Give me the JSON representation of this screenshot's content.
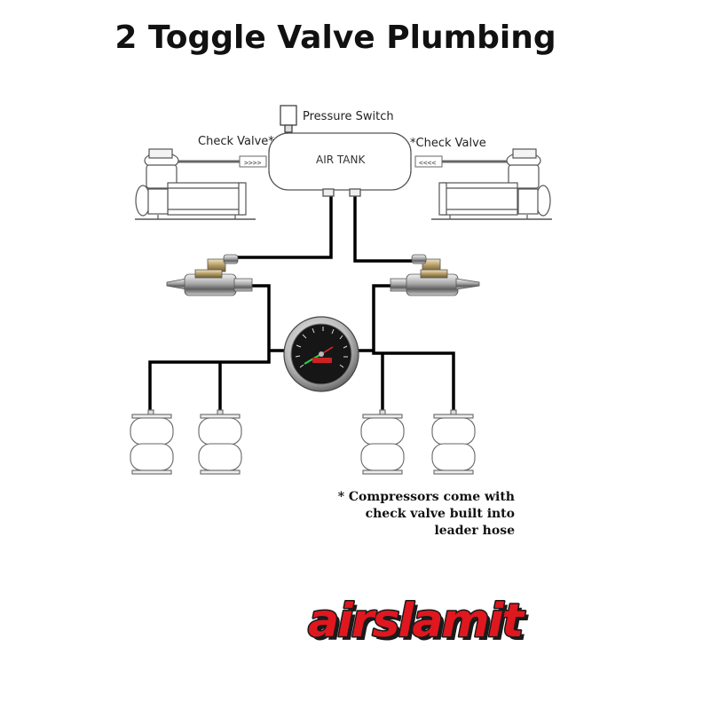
{
  "title": "2 Toggle Valve Plumbing",
  "labels": {
    "pressure_switch": "Pressure Switch",
    "check_valve_left": "Check Valve*",
    "check_valve_right": "*Check Valve",
    "air_tank": "AIR TANK",
    "check_arrows_left": ">>>>",
    "check_arrows_right": "<<<<"
  },
  "note": {
    "line1": "* Compressors come with",
    "line2": "check valve built into",
    "line3": "leader hose"
  },
  "logo": {
    "text": "airslamit",
    "fill_color": "#e0171f",
    "outline_color": "#1a1a1a"
  },
  "colors": {
    "hose": "#000000",
    "line_art": "#555555"
  }
}
